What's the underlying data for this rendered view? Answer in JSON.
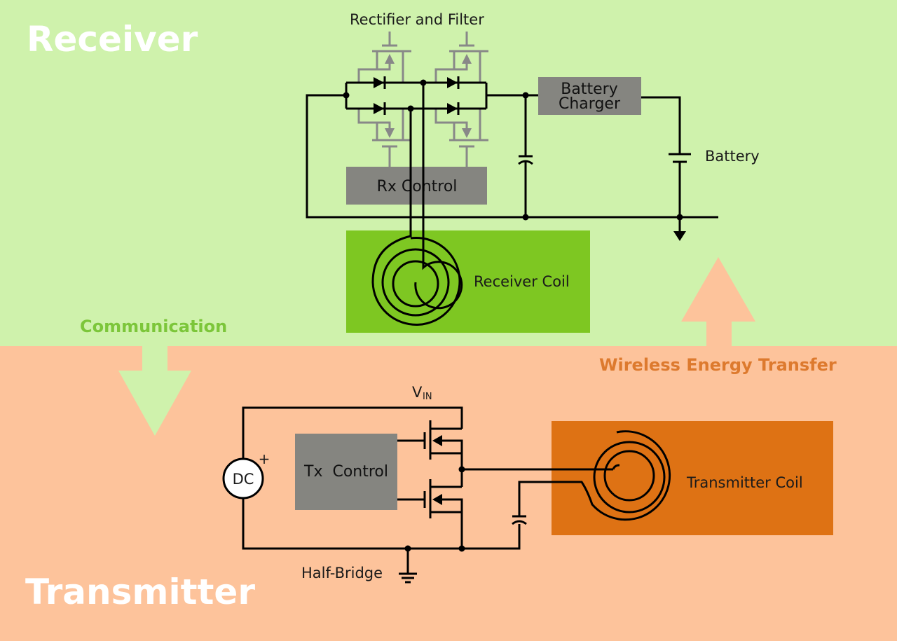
{
  "colors": {
    "receiver_bg": "#cff2ac",
    "transmitter_bg": "#fdc39b",
    "receiver_coil_box": "#7ec722",
    "transmitter_coil_box": "#de7214",
    "control_box": "#858580",
    "communication_text": "#7cc63a",
    "energy_text": "#dd7a2e",
    "communication_arrow": "#cff2ac",
    "energy_arrow": "#fdc39b"
  },
  "receiver": {
    "title": "Receiver",
    "rectifier_label": "Rectifier and Filter",
    "battery_charger_line1": "Battery",
    "battery_charger_line2": "Charger",
    "battery_label": "Battery",
    "rx_control_label": "Rx Control",
    "receiver_coil_label": "Receiver Coil"
  },
  "arrows": {
    "communication_label": "Communication",
    "energy_label": "Wireless Energy Transfer"
  },
  "transmitter": {
    "title": "Transmitter",
    "vin_label": "V",
    "vin_subscript": "IN",
    "dc_label": "DC",
    "dc_polarity": "+",
    "tx_control_label": "Tx  Control",
    "half_bridge_label": "Half-Bridge",
    "transmitter_coil_label": "Transmitter Coil"
  }
}
